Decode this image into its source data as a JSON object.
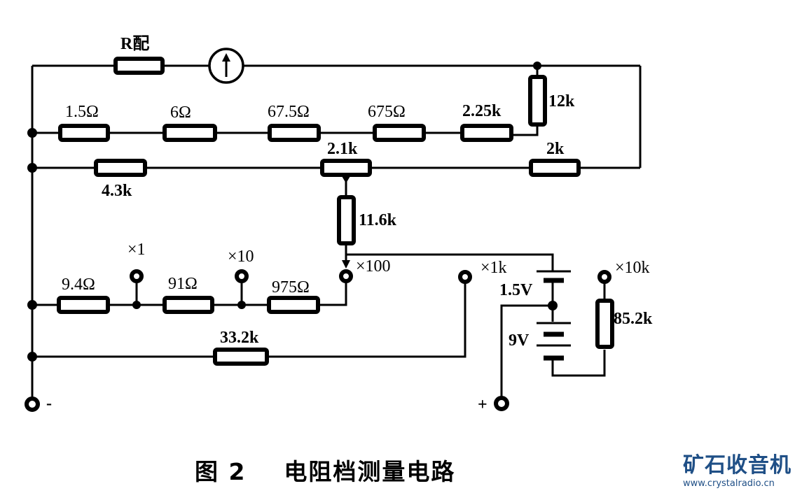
{
  "diagram": {
    "components": {
      "r_match": "R配",
      "r1": "1.5Ω",
      "r2": "6Ω",
      "r3": "67.5Ω",
      "r4": "675Ω",
      "r5": "2.25k",
      "r6": "12k",
      "r7": "2.1k",
      "r8": "2k",
      "r9": "4.3k",
      "r10": "11.6k",
      "r11": "9.4Ω",
      "r12": "91Ω",
      "r13": "975Ω",
      "r14": "33.2k",
      "r15": "85.2k",
      "batt1": "1.5V",
      "batt2": "9V"
    },
    "ranges": {
      "x1": "×1",
      "x10": "×10",
      "x100": "×100",
      "x1k": "×1k",
      "x10k": "×10k"
    },
    "terminals": {
      "negative": "-",
      "positive": "+"
    }
  },
  "caption": {
    "text": "图 2    电阻档测量电路"
  },
  "watermark": {
    "title": "矿石收音机",
    "url": "www.crystalradio.cn"
  }
}
